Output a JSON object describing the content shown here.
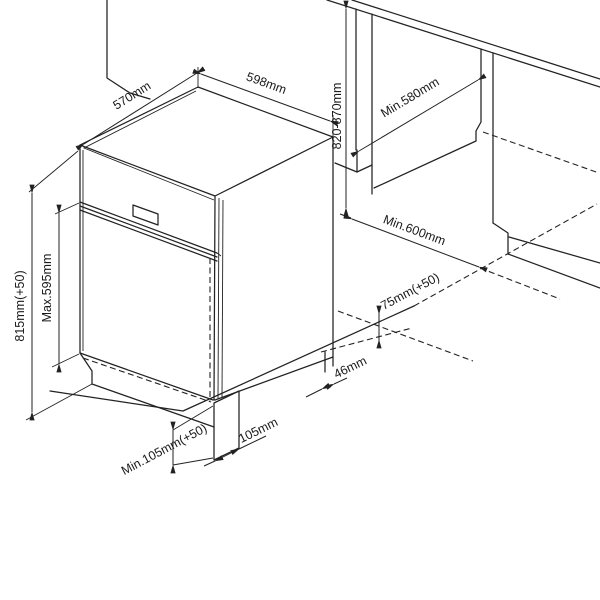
{
  "diagram": {
    "kind": "dishwasher-built-under-installation-drawing",
    "background_color": "#ffffff",
    "line_color": "#222222",
    "dimensions": {
      "top_depth": "570mm",
      "top_width": "598mm",
      "niche_height": "820-870mm",
      "niche_depth": "Min.580mm",
      "niche_width": "Min.600mm",
      "appliance_height": "815mm(+50)",
      "furniture_door_max_height": "Max.595mm",
      "plinth_adjust": "75mm(+50)",
      "rear_clearance": "46mm",
      "plinth_min_height": "Min.105mm(+50)",
      "plinth_depth": "105mm"
    }
  }
}
